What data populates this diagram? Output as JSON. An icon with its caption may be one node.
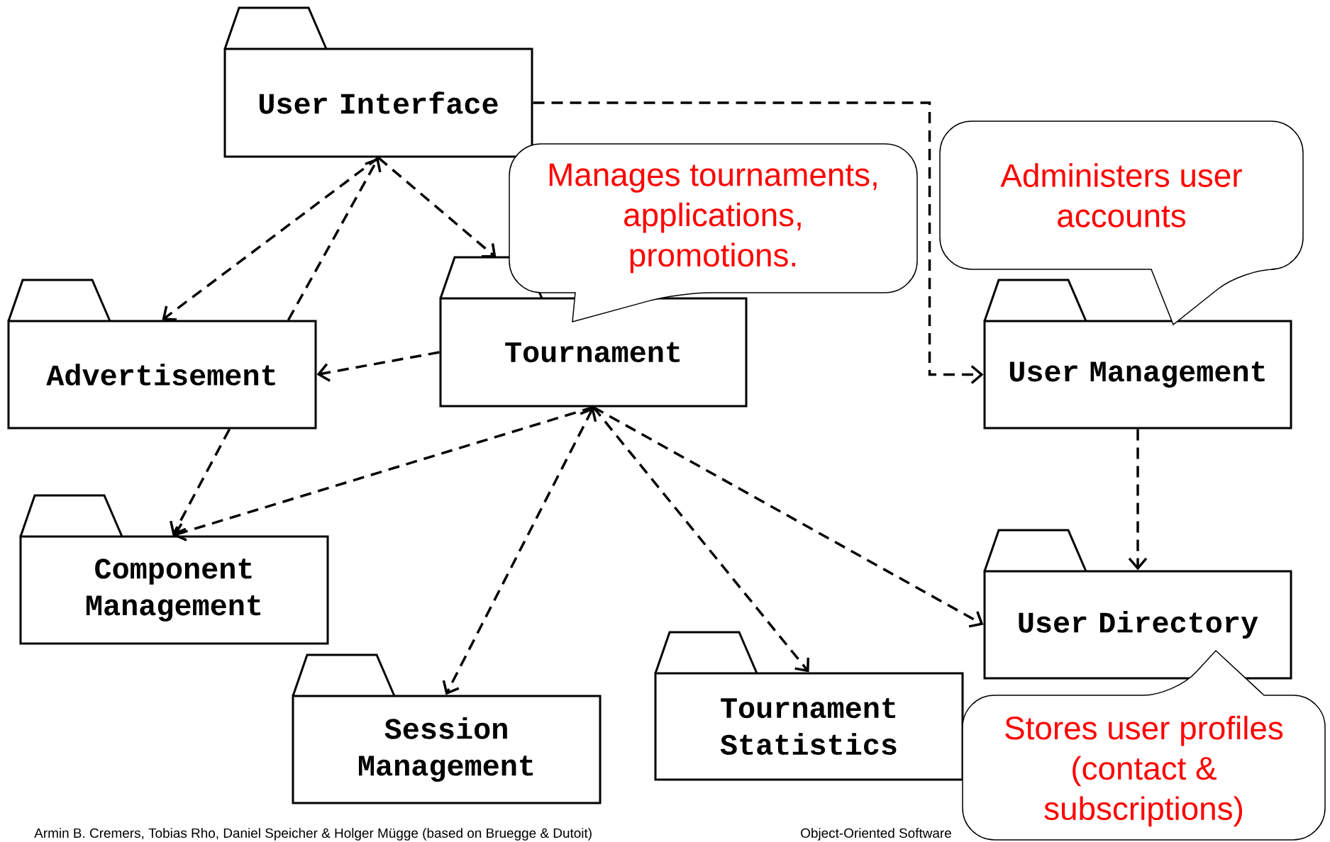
{
  "diagram": {
    "nodes": [
      {
        "text": [
          "User Interface"
        ]
      },
      {
        "text": [
          "Advertisement"
        ]
      },
      {
        "text": [
          "Tournament"
        ]
      },
      {
        "text": [
          "User Management"
        ]
      },
      {
        "text": [
          "Component Management"
        ]
      },
      {
        "text": [
          "User Directory"
        ]
      },
      {
        "text": [
          "Session Management"
        ]
      },
      {
        "text": [
          "Tournament Statistics"
        ]
      },
      {
        "text": [
          "Manages tournaments, applications, promotions."
        ]
      },
      {
        "text": [
          "Administers user accounts"
        ]
      },
      {
        "text": [
          "Stores user profiles (contact & subscriptions)"
        ]
      }
    ],
    "edges": [
      {
        "from": 0,
        "to": 1,
        "arrow": "to"
      },
      {
        "from": 1,
        "to": 0,
        "arrow": "to"
      },
      {
        "from": 0,
        "to": 2,
        "arrow": "to"
      },
      {
        "from": 0,
        "to": 3,
        "arrow": "to"
      },
      {
        "from": 2,
        "to": 1,
        "arrow": "to"
      },
      {
        "from": 1,
        "to": 4,
        "arrow": "to"
      },
      {
        "from": 2,
        "to": 4,
        "arrow": "to"
      },
      {
        "from": 2,
        "to": 6,
        "arrow": "both"
      },
      {
        "from": 2,
        "to": 7,
        "arrow": "to"
      },
      {
        "from": 2,
        "to": 5,
        "arrow": "to"
      },
      {
        "from": 3,
        "to": 5,
        "arrow": "to"
      }
    ],
    "labels": [
      "Armin B. Cremers, Tobias Rho, Daniel Speicher & Holger Mügge (based on Bruegge & Dutoit)",
      "Object-Oriented Software"
    ]
  }
}
